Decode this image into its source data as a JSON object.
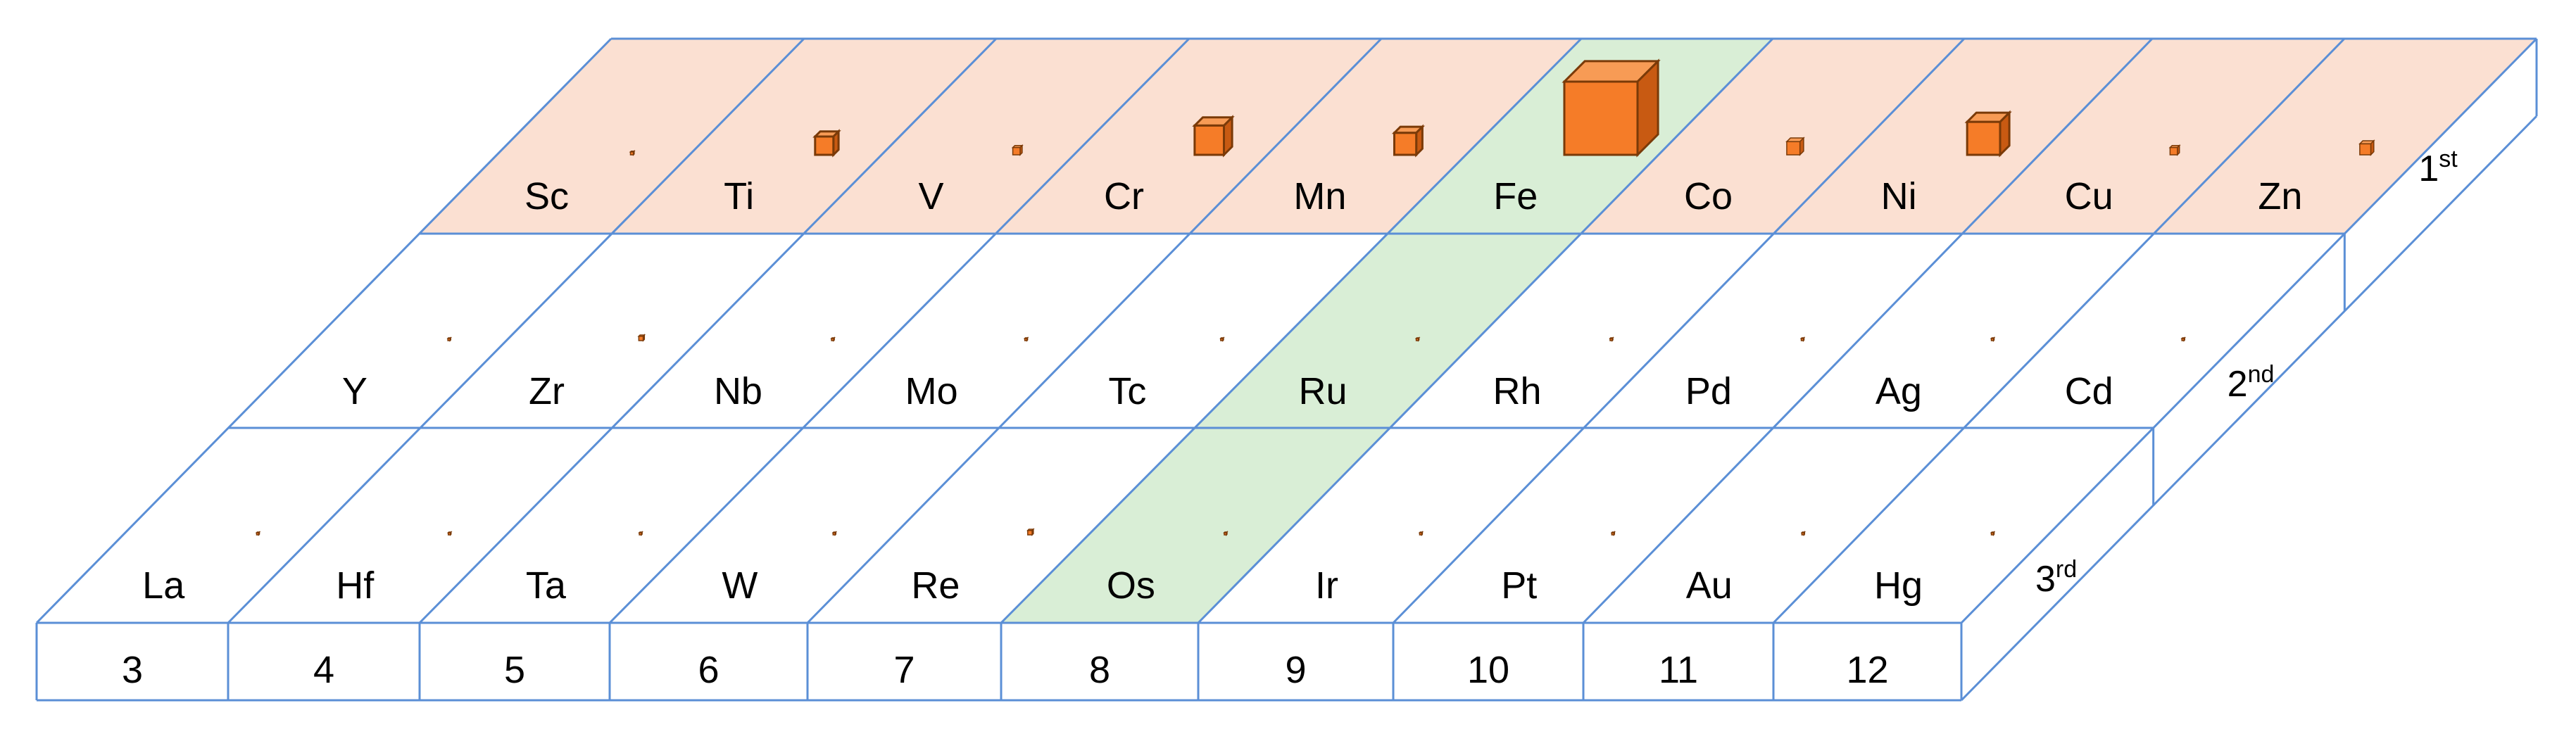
{
  "colors": {
    "grid_line": "#5b8fd6",
    "first_row_fill": "#fbe0d2",
    "group8_fill": "#d9eed6",
    "cube_front": "#f57c28",
    "cube_top": "#f79b55",
    "cube_side": "#c85a12",
    "cube_edge": "#7a3a08"
  },
  "rows": [
    {
      "label": "1",
      "suffix": "st",
      "elements": [
        {
          "symbol": "Sc",
          "cube": 0.04
        },
        {
          "symbol": "Ti",
          "cube": 0.25
        },
        {
          "symbol": "V",
          "cube": 0.1
        },
        {
          "symbol": "Cr",
          "cube": 0.4
        },
        {
          "symbol": "Mn",
          "cube": 0.3
        },
        {
          "symbol": "Fe",
          "cube": 1.0
        },
        {
          "symbol": "Co",
          "cube": 0.18
        },
        {
          "symbol": "Ni",
          "cube": 0.45
        },
        {
          "symbol": "Cu",
          "cube": 0.1
        },
        {
          "symbol": "Zn",
          "cube": 0.15
        }
      ]
    },
    {
      "label": "2",
      "suffix": "nd",
      "elements": [
        {
          "symbol": "Y",
          "cube": 0.03
        },
        {
          "symbol": "Zr",
          "cube": 0.06
        },
        {
          "symbol": "Nb",
          "cube": 0.03
        },
        {
          "symbol": "Mo",
          "cube": 0.03
        },
        {
          "symbol": "Tc",
          "cube": 0.03
        },
        {
          "symbol": "Ru",
          "cube": 0.03
        },
        {
          "symbol": "Rh",
          "cube": 0.03
        },
        {
          "symbol": "Pd",
          "cube": 0.03
        },
        {
          "symbol": "Ag",
          "cube": 0.03
        },
        {
          "symbol": "Cd",
          "cube": 0.03
        }
      ]
    },
    {
      "label": "3",
      "suffix": "rd",
      "elements": [
        {
          "symbol": "La",
          "cube": 0.03
        },
        {
          "symbol": "Hf",
          "cube": 0.03
        },
        {
          "symbol": "Ta",
          "cube": 0.03
        },
        {
          "symbol": "W",
          "cube": 0.03
        },
        {
          "symbol": "Re",
          "cube": 0.06
        },
        {
          "symbol": "Os",
          "cube": 0.03
        },
        {
          "symbol": "Ir",
          "cube": 0.03
        },
        {
          "symbol": "Pt",
          "cube": 0.03
        },
        {
          "symbol": "Au",
          "cube": 0.03
        },
        {
          "symbol": "Hg",
          "cube": 0.03
        }
      ]
    }
  ],
  "groups": [
    "3",
    "4",
    "5",
    "6",
    "7",
    "8",
    "9",
    "10",
    "11",
    "12"
  ],
  "highlighted_group": "8"
}
